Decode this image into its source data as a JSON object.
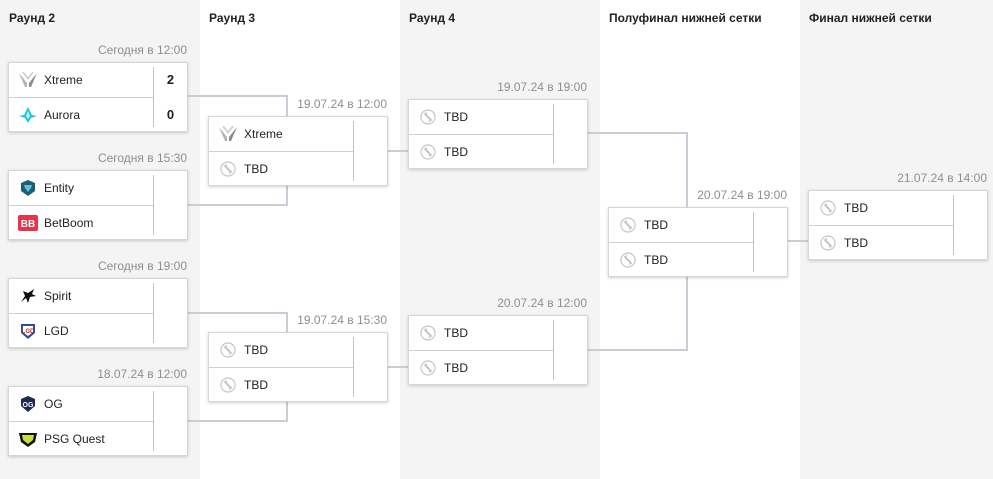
{
  "rounds": [
    {
      "title": "Раунд 2"
    },
    {
      "title": "Раунд 3"
    },
    {
      "title": "Раунд 4"
    },
    {
      "title": "Полуфинал нижней сетки"
    },
    {
      "title": "Финал нижней сетки"
    }
  ],
  "matches": [
    {
      "date": "Сегодня в 12:00",
      "t1": "Xtreme",
      "t2": "Aurora",
      "s1": "2",
      "s2": "0",
      "logo1": "xtreme-logo",
      "logo2": "aurora-logo"
    },
    {
      "date": "Сегодня в 15:30",
      "t1": "Entity",
      "t2": "BetBoom",
      "s1": "",
      "s2": "",
      "logo1": "entity-logo",
      "logo2": "betboom-logo"
    },
    {
      "date": "Сегодня в 19:00",
      "t1": "Spirit",
      "t2": "LGD",
      "s1": "",
      "s2": "",
      "logo1": "spirit-logo",
      "logo2": "lgd-logo"
    },
    {
      "date": "18.07.24 в 12:00",
      "t1": "OG",
      "t2": "PSG Quest",
      "s1": "",
      "s2": "",
      "logo1": "og-logo",
      "logo2": "psg-quest-logo"
    },
    {
      "date": "19.07.24 в 12:00",
      "t1": "Xtreme",
      "t2": "TBD",
      "s1": "",
      "s2": "",
      "logo1": "xtreme-logo",
      "logo2": "dota-placeholder-icon"
    },
    {
      "date": "19.07.24 в 15:30",
      "t1": "TBD",
      "t2": "TBD",
      "s1": "",
      "s2": "",
      "logo1": "dota-placeholder-icon",
      "logo2": "dota-placeholder-icon"
    },
    {
      "date": "19.07.24 в 19:00",
      "t1": "TBD",
      "t2": "TBD",
      "s1": "",
      "s2": "",
      "logo1": "dota-placeholder-icon",
      "logo2": "dota-placeholder-icon"
    },
    {
      "date": "20.07.24 в 12:00",
      "t1": "TBD",
      "t2": "TBD",
      "s1": "",
      "s2": "",
      "logo1": "dota-placeholder-icon",
      "logo2": "dota-placeholder-icon"
    },
    {
      "date": "20.07.24 в 19:00",
      "t1": "TBD",
      "t2": "TBD",
      "s1": "",
      "s2": "",
      "logo1": "dota-placeholder-icon",
      "logo2": "dota-placeholder-icon"
    },
    {
      "date": "21.07.24 в 14:00",
      "t1": "TBD",
      "t2": "TBD",
      "s1": "",
      "s2": "",
      "logo1": "dota-placeholder-icon",
      "logo2": "dota-placeholder-icon"
    }
  ],
  "colors": {
    "connector": "#c9cdd6",
    "date": "#8f8f8f",
    "aurora": "#26c6da",
    "betboom": "#e8344a",
    "lgd": "#2a4f9c",
    "entity": "#3a8fb7"
  }
}
